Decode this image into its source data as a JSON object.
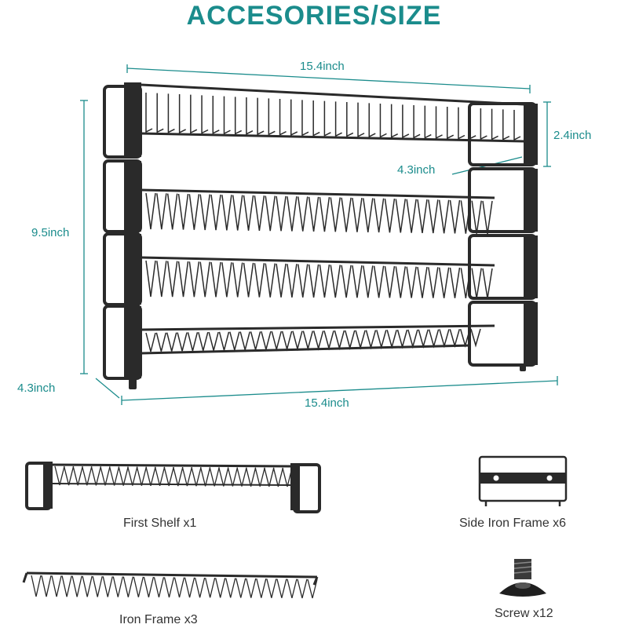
{
  "header": {
    "title": "ACCESORIES/SIZE"
  },
  "dimensions": {
    "top_width": "15.4inch",
    "shelf_height": "2.4inch",
    "inner_depth": "4.3inch",
    "total_height": "9.5inch",
    "bottom_depth": "4.3inch",
    "bottom_width": "15.4inch"
  },
  "accessories": {
    "first_shelf": "First Shelf x1",
    "side_iron_frame": "Side Iron Frame x6",
    "iron_frame": "Iron Frame x3",
    "screw": "Screw x12"
  },
  "colors": {
    "accent": "#1b8c8c",
    "metal": "#2a2a2a",
    "text": "#333333"
  }
}
